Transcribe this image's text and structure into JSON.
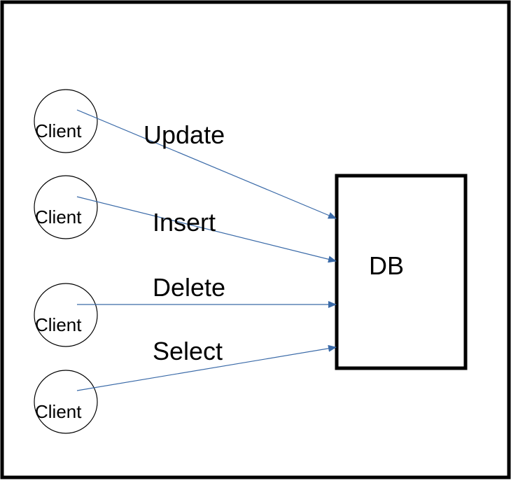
{
  "colors": {
    "frame": "#000000",
    "arrow": "#3a6aa8",
    "background": "#ffffff"
  },
  "clients": [
    {
      "label": "Client"
    },
    {
      "label": "Client"
    },
    {
      "label": "Client"
    },
    {
      "label": "Client"
    }
  ],
  "operations": [
    {
      "label": "Update"
    },
    {
      "label": "Insert"
    },
    {
      "label": "Delete"
    },
    {
      "label": "Select"
    }
  ],
  "database": {
    "label": "DB"
  }
}
